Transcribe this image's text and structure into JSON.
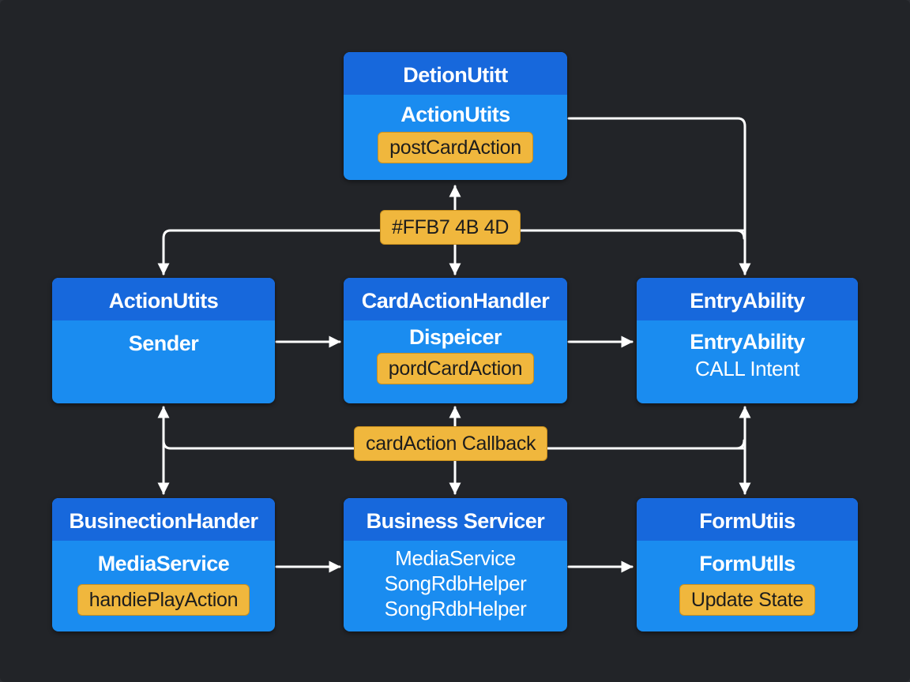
{
  "nodes": {
    "top": {
      "title": "DetionUtitt",
      "subtitle": "ActionUtits",
      "tag": "postCardAction"
    },
    "left_mid": {
      "title": "ActionUtits",
      "subtitle": "Sender"
    },
    "center_mid": {
      "title": "CardActionHandler",
      "subtitle": "Dispeicer",
      "tag": "pordCardAction"
    },
    "right_mid": {
      "title": "EntryAbility",
      "subtitle": "EntryAbility",
      "line": "CALL Intent"
    },
    "left_bottom": {
      "title": "BusinectionHander",
      "subtitle": "MediaService",
      "tag": "handiePlayAction"
    },
    "center_bottom": {
      "title": "Business Servicer",
      "lines": [
        "MediaService",
        "SongRdbHelper",
        "SongRdbHelper"
      ]
    },
    "right_bottom": {
      "title": "FormUtiis",
      "subtitle": "FormUtlls",
      "tag": "Update State"
    }
  },
  "labels": {
    "upper_bus": "#FFB7 4B 4D",
    "lower_bus": "cardAction Callback"
  },
  "colors": {
    "background": "#222428",
    "node_body": "#1a8cf0",
    "node_header": "#1768dc",
    "tag": "#f0b73d",
    "connector": "#ffffff"
  }
}
